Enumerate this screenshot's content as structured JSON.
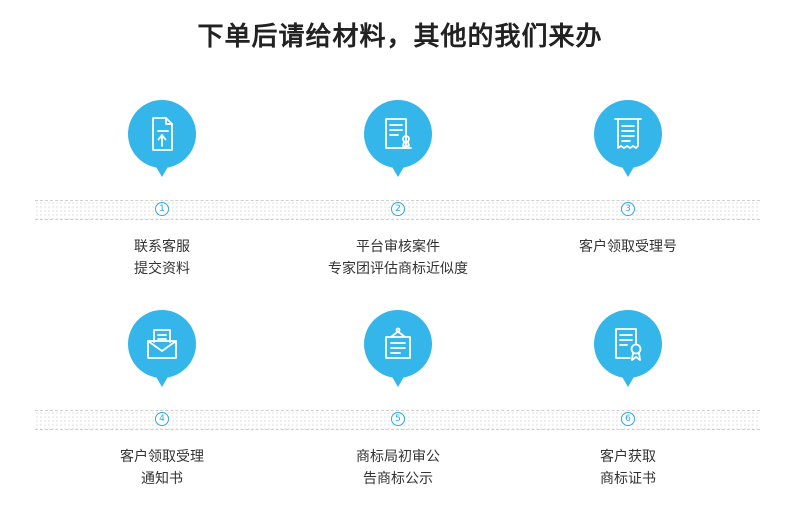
{
  "title": "下单后请给材料，其他的我们来办",
  "accent_color": "#35b6ea",
  "steps": [
    {
      "number": "1",
      "icon": "document-upload-icon",
      "lines": [
        "联系客服",
        "提交资料"
      ]
    },
    {
      "number": "2",
      "icon": "document-stamp-icon",
      "lines": [
        "平台审核案件",
        "专家团评估商标近似度"
      ]
    },
    {
      "number": "3",
      "icon": "receipt-icon",
      "lines": [
        "客户领取受理号"
      ]
    },
    {
      "number": "4",
      "icon": "envelope-icon",
      "lines": [
        "客户领取受理",
        "通知书"
      ]
    },
    {
      "number": "5",
      "icon": "notice-board-icon",
      "lines": [
        "商标局初审公",
        "告商标公示"
      ]
    },
    {
      "number": "6",
      "icon": "certificate-icon",
      "lines": [
        "客户获取",
        "商标证书"
      ]
    }
  ]
}
